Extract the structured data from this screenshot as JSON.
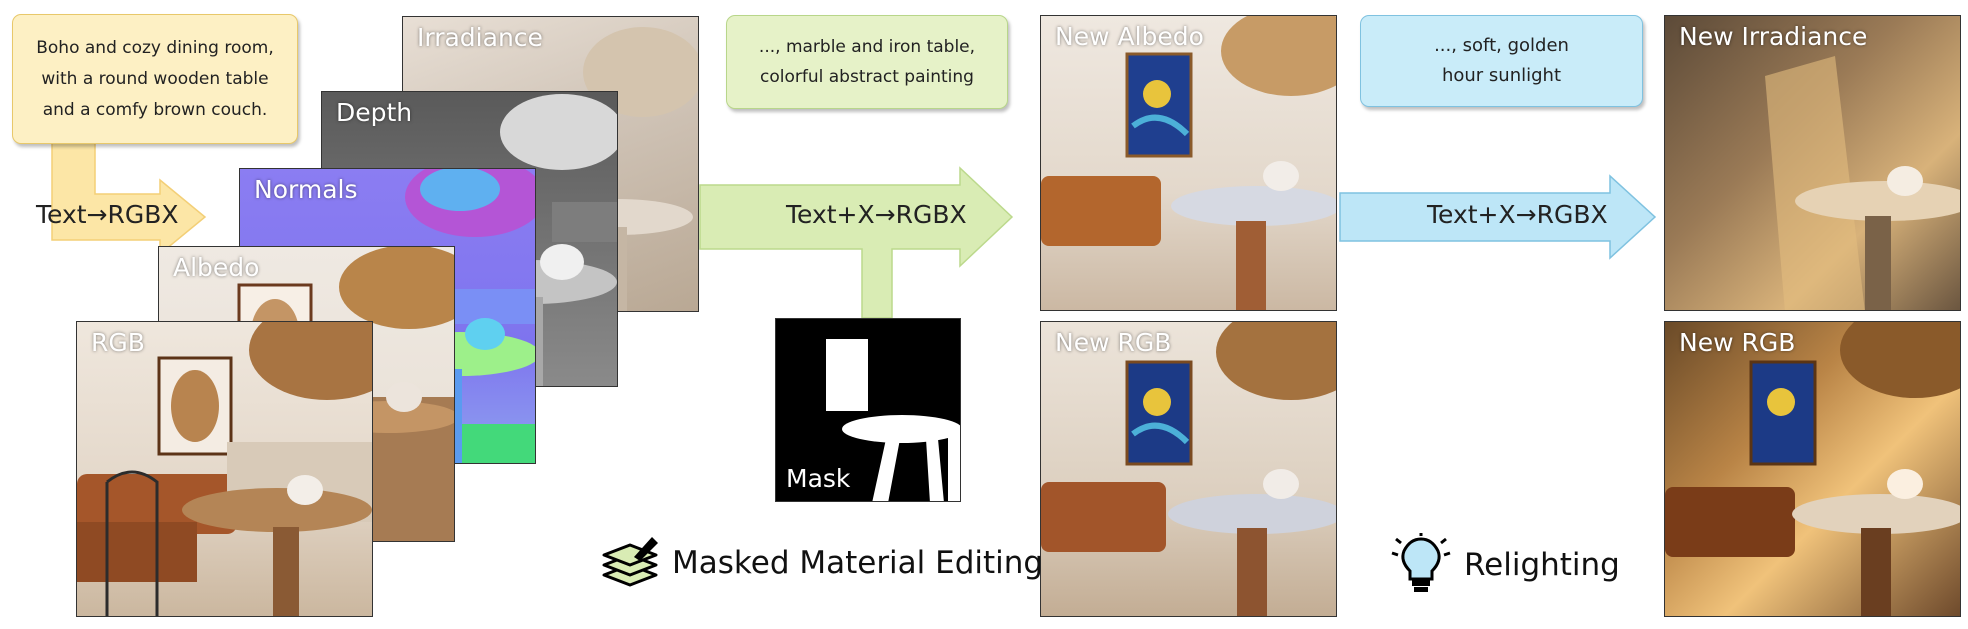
{
  "prompts": {
    "initial": "Boho and cozy dining room,\nwith a round wooden table\nand a comfy brown couch.",
    "material": "..., marble and iron table,\ncolorful abstract painting",
    "lighting": "..., soft, golden\nhour sunlight"
  },
  "arrows": {
    "text_to_rgbx": "Text→RGBX",
    "text_x_to_rgbx_edit": "Text+X→RGBX",
    "text_x_to_rgbx_relight": "Text+X→RGBX"
  },
  "panels": {
    "irradiance": "Irradiance",
    "depth": "Depth",
    "normals": "Normals",
    "albedo": "Albedo",
    "rgb": "RGB",
    "mask": "Mask",
    "new_albedo": "New Albedo",
    "new_rgb_edit": "New RGB",
    "new_irradiance": "New Irradiance",
    "new_rgb_relight": "New RGB"
  },
  "captions": {
    "masked_editing": "Masked Material Editing",
    "relighting": "Relighting"
  },
  "icons": {
    "masked_editing": "layers-pen-icon",
    "relighting": "lightbulb-icon"
  },
  "colors": {
    "yellow_note": "#fdf0c4",
    "yellow_arrow": "#fce6a6",
    "green_note": "#e6f2c8",
    "green_arrow": "#d9ecb4",
    "blue_note": "#c9ecf9",
    "blue_arrow": "#bde6f7"
  }
}
